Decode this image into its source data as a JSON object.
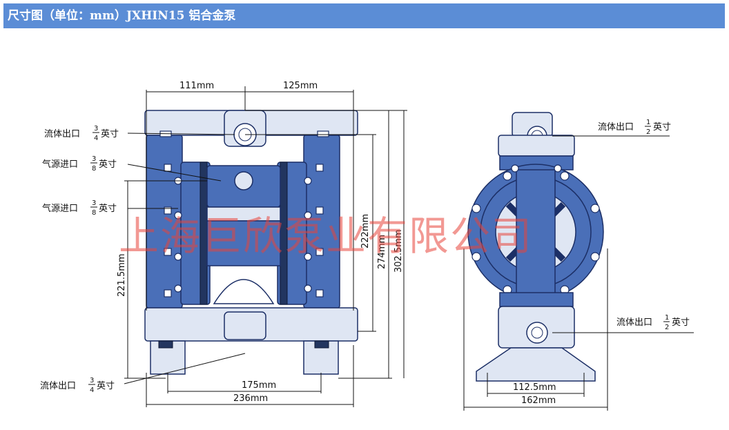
{
  "header": {
    "title": "尺寸图（单位：mm）JXHIN15 铝合金泵"
  },
  "front_view": {
    "dims": {
      "top_left": "111mm",
      "top_right": "125mm",
      "height_222": "222mm",
      "height_274": "274mm",
      "height_302": "302.5mm",
      "height_221": "221.5mm",
      "base_inner": "175mm",
      "base_outer": "236mm"
    },
    "labels": {
      "fluid_out_top": "流体出口",
      "air_in_1": "气源进口",
      "air_in_2": "气源进口",
      "fluid_out_bottom": "流体出口",
      "unit": "英寸"
    },
    "fractions": {
      "fluid_top": {
        "num": "3",
        "den": "4"
      },
      "air_1": {
        "num": "3",
        "den": "8"
      },
      "air_2": {
        "num": "3",
        "den": "8"
      },
      "fluid_bottom": {
        "num": "3",
        "den": "4"
      }
    }
  },
  "side_view": {
    "dims": {
      "base_inner": "112.5mm",
      "base_outer": "162mm"
    },
    "labels": {
      "fluid_out_top": "流体出口",
      "fluid_out_bottom": "流体出口",
      "unit": "英寸"
    },
    "fractions": {
      "top": {
        "num": "1",
        "den": "2"
      },
      "bottom": {
        "num": "1",
        "den": "2"
      }
    }
  },
  "watermark": "上海巨欣泵业有限公司",
  "colors": {
    "header": "#5b8dd6",
    "pump_blue": "#4a6fb8",
    "watermark": "#e8443a"
  }
}
